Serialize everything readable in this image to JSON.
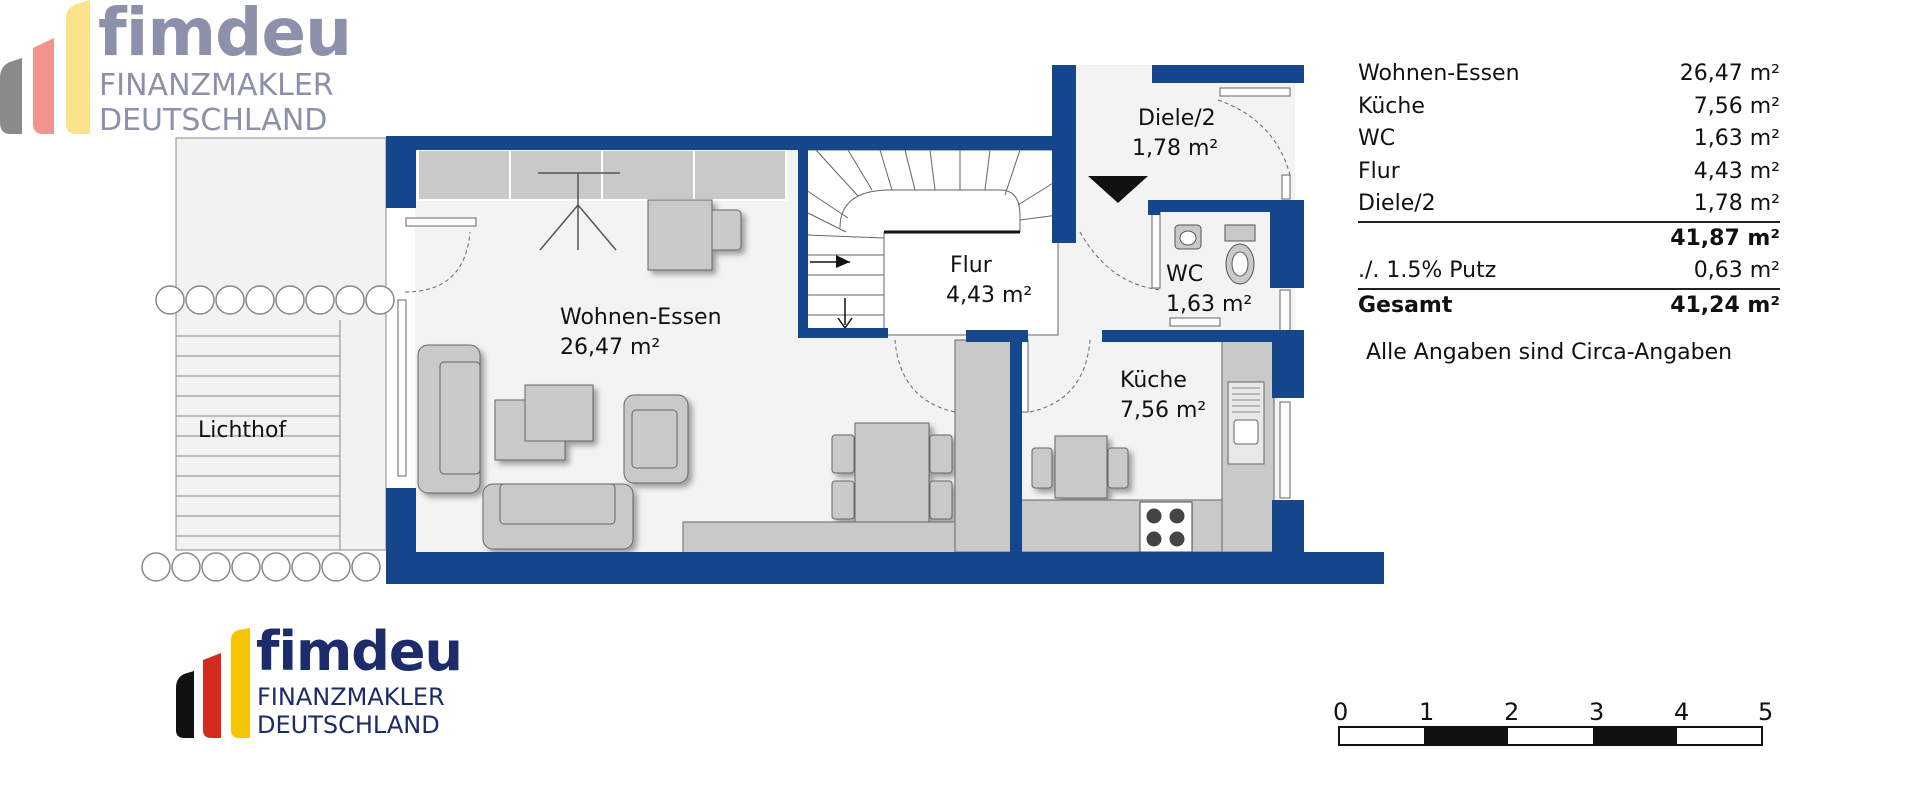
{
  "colors": {
    "wall": "#16468c",
    "furniture": "#c9c9c9",
    "floor": "#f3f3f3",
    "logo_top_text": "#8c90ab",
    "logo_bottom_text": "#1c2b6a",
    "flag_black": "#111111",
    "flag_red": "#d52b1e",
    "flag_gold": "#f5c400"
  },
  "logo_top": {
    "word": "fimdeu",
    "line1": "FINANZMAKLER",
    "line2": "DEUTSCHLAND"
  },
  "logo_bottom": {
    "word": "fimdeu",
    "line1": "FINANZMAKLER",
    "line2": "DEUTSCHLAND"
  },
  "rooms": {
    "wohnen": {
      "name": "Wohnen-Essen",
      "area": "26,47 m²"
    },
    "flur": {
      "name": "Flur",
      "area": "4,43 m²"
    },
    "diele": {
      "name": "Diele/2",
      "area": "1,78 m²"
    },
    "wc": {
      "name": "WC",
      "area": "1,63 m²"
    },
    "kueche": {
      "name": "Küche",
      "area": "7,56 m²"
    },
    "lichthof": {
      "name": "Lichthof"
    }
  },
  "area_table": {
    "rows": [
      {
        "label": "Wohnen-Essen",
        "value": "26,47 m²"
      },
      {
        "label": "Küche",
        "value": "7,56 m²"
      },
      {
        "label": "WC",
        "value": "1,63 m²"
      },
      {
        "label": "Flur",
        "value": "4,43 m²"
      },
      {
        "label": "Diele/2",
        "value": "1,78 m²"
      }
    ],
    "subtotal": "41,87 m²",
    "deduction": {
      "label": "./. 1.5% Putz",
      "value": "0,63 m²"
    },
    "total": {
      "label": "Gesamt",
      "value": "41,24 m²"
    }
  },
  "note": "Alle Angaben sind Circa-Angaben",
  "scale": {
    "labels": [
      "0",
      "1",
      "2",
      "3",
      "4",
      "5"
    ]
  }
}
